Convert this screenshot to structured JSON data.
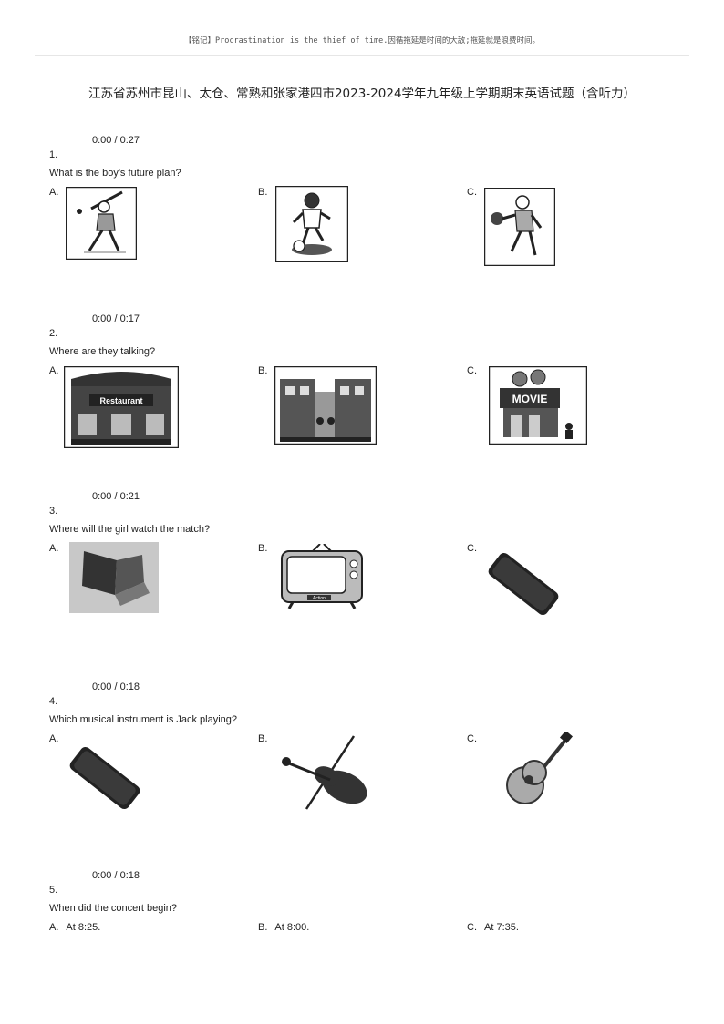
{
  "header": {
    "note": "【铭记】Procrastination is the thief of time.因循拖延是时间的大敌;拖延就是浪费时间。",
    "title": "江苏省苏州市昆山、太仓、常熟和张家港四市2023-2024学年九年级上学期期末英语试题（含听力）"
  },
  "questions": [
    {
      "audio": "0:00 / 0:27",
      "number": "1.",
      "text": "What is the boy's future plan?",
      "options": [
        {
          "label": "A.",
          "icon": "baseball-player-icon"
        },
        {
          "label": "B.",
          "icon": "soccer-player-icon"
        },
        {
          "label": "C.",
          "icon": "basketball-player-icon"
        }
      ]
    },
    {
      "audio": "0:00 / 0:17",
      "number": "2.",
      "text": "Where are they talking?",
      "options": [
        {
          "label": "A.",
          "icon": "restaurant-icon",
          "sign": "Restaurant"
        },
        {
          "label": "B.",
          "icon": "shopping-street-icon"
        },
        {
          "label": "C.",
          "icon": "cinema-icon",
          "sign": "MOVIE"
        }
      ]
    },
    {
      "audio": "0:00 / 0:21",
      "number": "3.",
      "text": "Where will the girl watch the match?",
      "options": [
        {
          "label": "A.",
          "icon": "laptop-icon"
        },
        {
          "label": "B.",
          "icon": "television-icon",
          "sign": "Action"
        },
        {
          "label": "C.",
          "icon": "smartphone-icon"
        }
      ]
    },
    {
      "audio": "0:00 / 0:18",
      "number": "4.",
      "text": "Which musical instrument is Jack playing?",
      "options": [
        {
          "label": "A.",
          "icon": "smartphone-icon"
        },
        {
          "label": "B.",
          "icon": "violin-icon"
        },
        {
          "label": "C.",
          "icon": "guitar-icon"
        }
      ]
    },
    {
      "audio": "0:00 / 0:18",
      "number": "5.",
      "text": "When did the concert begin?",
      "options": [
        {
          "label": "A.",
          "value": "At 8:25."
        },
        {
          "label": "B.",
          "value": "At 8:00."
        },
        {
          "label": "C.",
          "value": "At 7:35."
        }
      ]
    }
  ]
}
